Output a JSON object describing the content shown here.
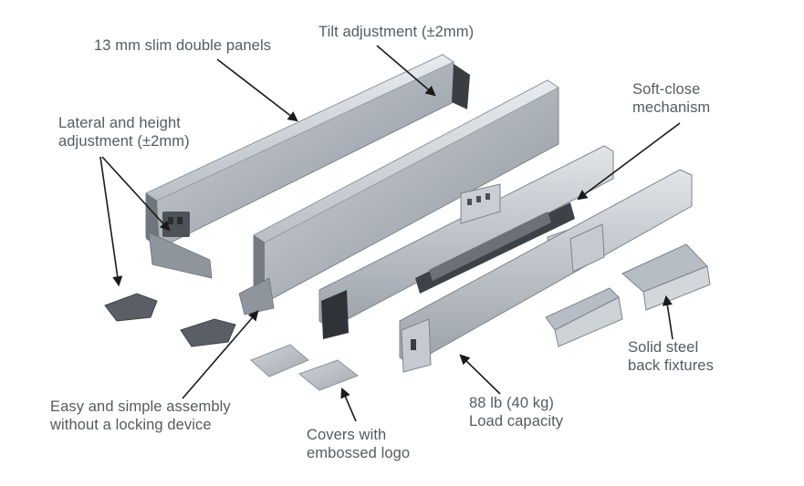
{
  "diagram": {
    "labels": {
      "panels": [
        "13 mm slim double panels"
      ],
      "tilt": [
        "Tilt adjustment (±2mm)"
      ],
      "lateral": [
        "Lateral and height",
        "adjustment (±2mm)"
      ],
      "soft_close": [
        "Soft-close",
        "mechanism"
      ],
      "assembly": [
        "Easy and simple assembly",
        "without a locking device"
      ],
      "covers": [
        "Covers with",
        "embossed logo"
      ],
      "load": [
        "88 lb (40 kg)",
        "Load capacity"
      ],
      "fixtures": [
        "Solid steel",
        "back fixtures"
      ]
    },
    "colors": {
      "text": "#555a60",
      "arrow": "#1a1a1a",
      "panel_light": "#c4c9cf",
      "panel_dark": "#8d949c",
      "dark_part": "#3a3d42"
    }
  }
}
